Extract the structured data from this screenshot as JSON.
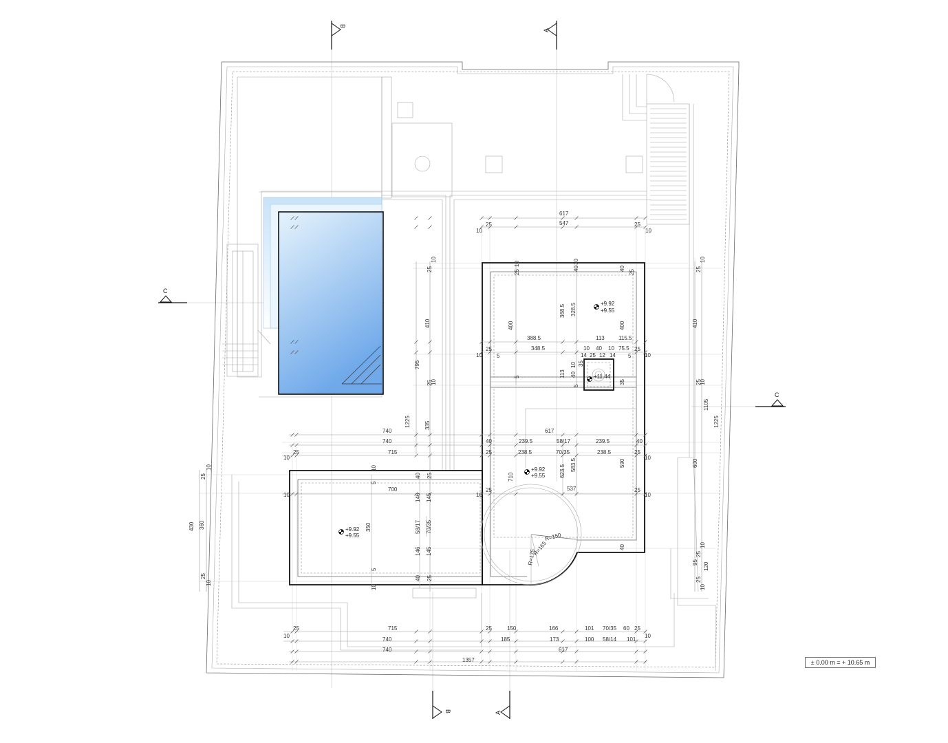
{
  "section_markers": {
    "top_b": "B",
    "top_a": "A",
    "left_c": "C",
    "right_c": "C",
    "bottom_b": "B",
    "bottom_a": "A"
  },
  "levels": {
    "room_ne_top": "+9.92",
    "room_ne_bottom": "+9.55",
    "shaft": "+11.44",
    "room_se_top": "+9.92",
    "room_se_bottom": "+9.55",
    "room_w_top": "+9.92",
    "room_w_bottom": "+9.55"
  },
  "legend": {
    "reference": "± 0.00 m  =  + 10.65 m"
  },
  "dimensions": {
    "top": [
      "617",
      "547",
      "25",
      "25",
      "10",
      "10"
    ],
    "upper_room": [
      "400",
      "368.5",
      "328.5",
      "400",
      "10",
      "25",
      "40",
      "10",
      "40",
      "25"
    ],
    "middle_row": [
      "388.5",
      "113",
      "115.5",
      "348.5",
      "10",
      "40",
      "10",
      "75.5",
      "14",
      "25",
      "12",
      "14",
      "5",
      "25",
      "25",
      "10",
      "10",
      "5"
    ],
    "shaft_side": [
      "113",
      "40",
      "10",
      "35",
      "35",
      "5",
      "5"
    ],
    "left_verticals": [
      "10",
      "25",
      "410",
      "795",
      "25",
      "1225",
      "335",
      "10"
    ],
    "right_verticals": [
      "10",
      "25",
      "410",
      "1105",
      "1225",
      "600",
      "25",
      "10"
    ],
    "mid_block": [
      "740",
      "617",
      "740",
      "40",
      "239.5",
      "58/17",
      "239.5",
      "40",
      "715",
      "25",
      "238.5",
      "70/35",
      "238.5",
      "25",
      "10",
      "10"
    ],
    "lower_room": [
      "10",
      "25",
      "40",
      "25",
      "10",
      "700",
      "146",
      "145",
      "58/17",
      "70/35",
      "350",
      "146",
      "145",
      "40",
      "25",
      "10",
      "5",
      "5"
    ],
    "right_room": [
      "710",
      "623.5",
      "583.5",
      "590",
      "537",
      "25",
      "10",
      "10",
      "25",
      "40"
    ],
    "curve": [
      "R=150",
      "R=165",
      "R=175"
    ],
    "left_side": [
      "25",
      "10",
      "430",
      "360",
      "25",
      "10"
    ],
    "right_lower": [
      "10",
      "25",
      "95",
      "120",
      "25",
      "10"
    ],
    "bottom_row1": [
      "25",
      "715",
      "25",
      "150",
      "166",
      "101",
      "70/35",
      "60",
      "25"
    ],
    "bottom_row2": [
      "10",
      "740",
      "185",
      "173",
      "100",
      "58/14",
      "101",
      "10"
    ],
    "bottom_row3": [
      "740",
      "617"
    ],
    "bottom_total": [
      "1357"
    ]
  }
}
